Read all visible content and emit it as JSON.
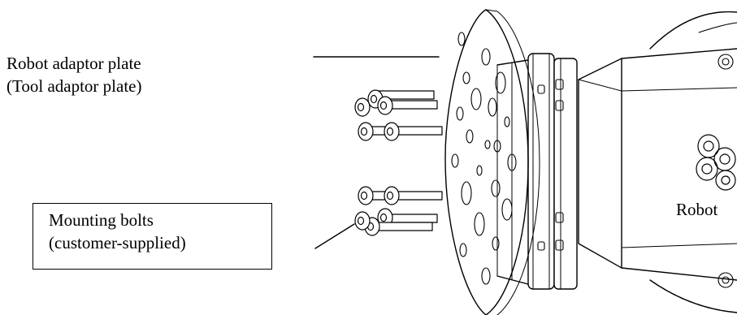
{
  "labels": {
    "plate_line1": "Robot adaptor plate",
    "plate_line2": "(Tool adaptor plate)",
    "bolts_line1": "Mounting bolts",
    "bolts_line2": "(customer-supplied)",
    "robot": "Robot"
  },
  "colors": {
    "ink": "#000000",
    "background": "#ffffff",
    "shade": "#f2f2f2"
  },
  "icons": [
    "bolt-icon",
    "hex-socket-icon"
  ]
}
